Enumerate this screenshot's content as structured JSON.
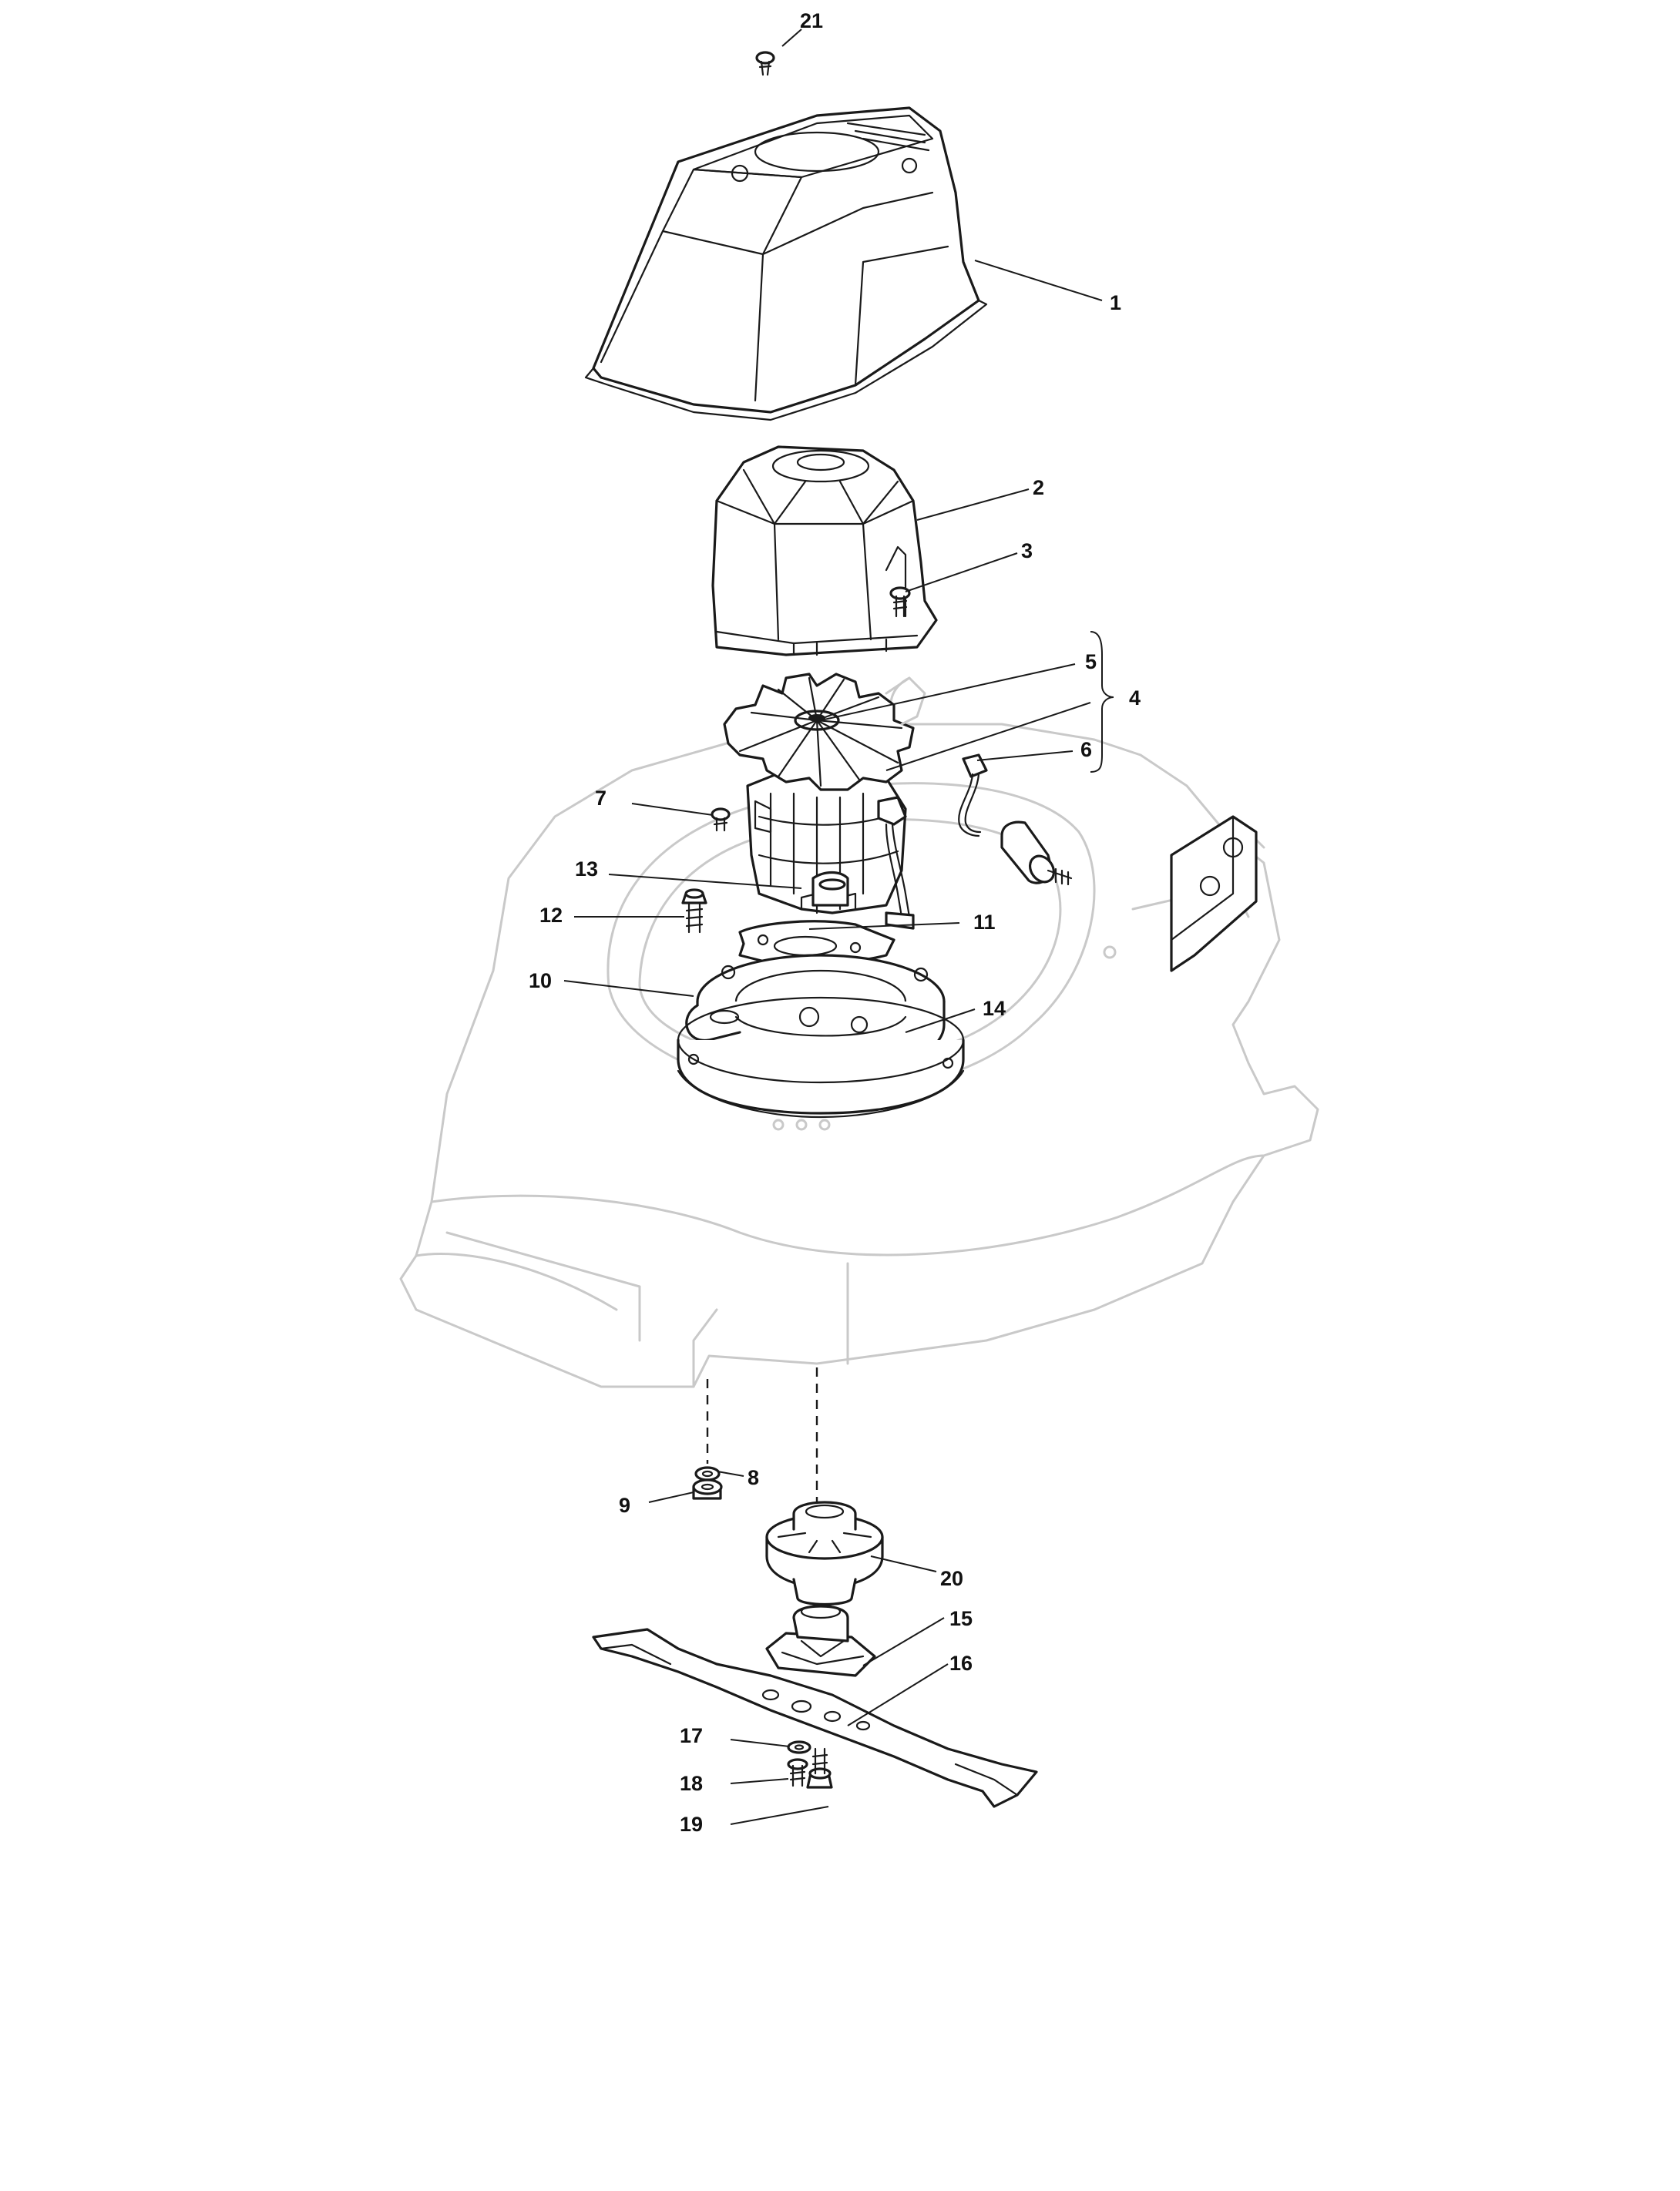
{
  "callouts": {
    "p1": "1",
    "p2": "2",
    "p3": "3",
    "p4": "4",
    "p5": "5",
    "p6": "6",
    "p7": "7",
    "p8": "8",
    "p9": "9",
    "p10": "10",
    "p11": "11",
    "p12": "12",
    "p13": "13",
    "p14": "14",
    "p15": "15",
    "p16": "16",
    "p17": "17",
    "p18": "18",
    "p19": "19",
    "p20": "20",
    "p21": "21"
  },
  "colors": {
    "line": "#1a1a1a",
    "deck": "#c9c9c9",
    "background": "#ffffff"
  }
}
